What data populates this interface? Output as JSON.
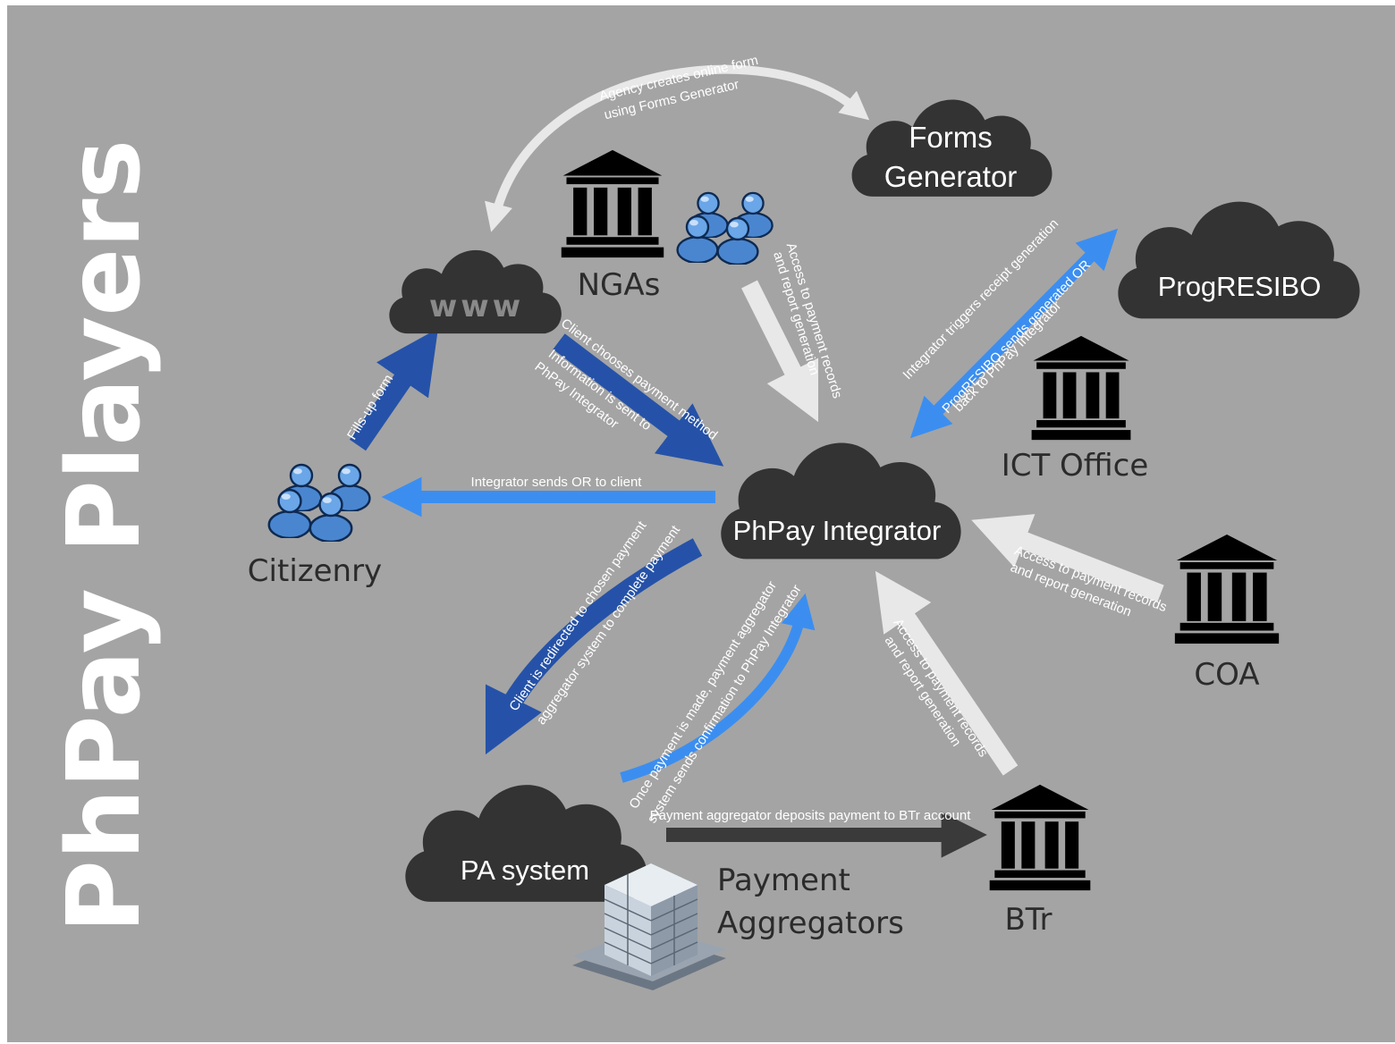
{
  "colors": {
    "background": "#a4a4a4",
    "cloud": "#333333",
    "arrow_light_blue": "#3b8ef0",
    "arrow_dark_blue": "#2552a8",
    "arrow_white": "#e8e8e8",
    "arrow_dark_gray": "#3a3a3a"
  },
  "title": "PhPay Players",
  "clouds": {
    "forms_generator_line1": "Forms",
    "forms_generator_line2": "Generator",
    "progresibo": "ProgRESIBO",
    "www": "www",
    "phpay_integrator": "PhPay Integrator",
    "pa_system": "PA system"
  },
  "actors": {
    "ngas": "NGAs",
    "ict_office": "ICT Office",
    "citizenry": "Citizenry",
    "coa": "COA",
    "btr": "BTr",
    "payment_aggregators_line1": "Payment",
    "payment_aggregators_line2": "Aggregators"
  },
  "arrows": {
    "agency_forms_line1": "Agency creates online form",
    "agency_forms_line2": "using Forms Generator",
    "fills_up_form": "Fills-up form",
    "client_chooses_line1": "Client chooses payment method",
    "client_chooses_line2": "Information is sent to",
    "client_chooses_line3": "PhPay Integrator",
    "ngas_access_line1": "Access to payment records",
    "ngas_access_line2": "and report generation",
    "integrator_triggers": "Integrator triggers receipt generation",
    "progresibo_sends_line1": "ProgRESIBO sends generated OR",
    "progresibo_sends_line2": "back to PhPay Integrator",
    "integrator_sends_or": "Integrator sends OR to client",
    "coa_access_line1": "Access to payment records",
    "coa_access_line2": "and report generation",
    "client_redirected_line1": "Client is redirected to chosen payment",
    "client_redirected_line2": "aggregator system to complete payment",
    "payment_made_line1": "Once payment is made, payment aggregator",
    "payment_made_line2": "system sends confirmation to PhPay Integrator",
    "btr_access_line1": "Access to payment records",
    "btr_access_line2": "and report generation",
    "deposit": "Payment aggregator deposits payment to BTr account"
  }
}
